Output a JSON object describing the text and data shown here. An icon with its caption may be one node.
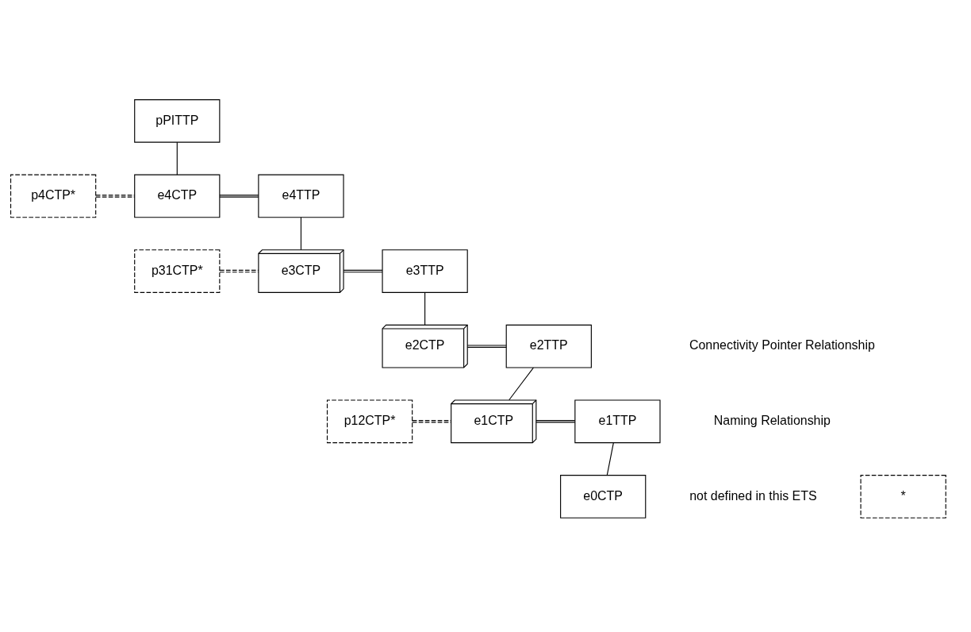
{
  "diagram": {
    "nodes": [
      {
        "text": [
          "pPITTP"
        ]
      },
      {
        "text": [
          "p4CTP*"
        ]
      },
      {
        "text": [
          "e4CTP"
        ]
      },
      {
        "text": [
          "e4TTP"
        ]
      },
      {
        "text": [
          "p31CTP*"
        ]
      },
      {
        "text": [
          "e3CTP"
        ]
      },
      {
        "text": [
          "e3TTP"
        ]
      },
      {
        "text": [
          "e2CTP"
        ]
      },
      {
        "text": [
          "e2TTP"
        ]
      },
      {
        "text": [
          "p12CTP*"
        ]
      },
      {
        "text": [
          "e1CTP"
        ]
      },
      {
        "text": [
          "e1TTP"
        ]
      },
      {
        "text": [
          "e0CTP"
        ]
      },
      {
        "text": [
          "*"
        ]
      }
    ],
    "edges": [
      {
        "from": 0,
        "to": 2,
        "arrow": "none"
      },
      {
        "from": 1,
        "to": 2,
        "arrow": "none",
        "style": "dashed"
      },
      {
        "from": 2,
        "to": 3,
        "arrow": "none"
      },
      {
        "from": 3,
        "to": 5,
        "arrow": "none"
      },
      {
        "from": 4,
        "to": 5,
        "arrow": "none",
        "style": "dashed"
      },
      {
        "from": 5,
        "to": 6,
        "arrow": "none"
      },
      {
        "from": 6,
        "to": 7,
        "arrow": "none"
      },
      {
        "from": 7,
        "to": 8,
        "arrow": "none"
      },
      {
        "from": 8,
        "to": 10,
        "arrow": "none"
      },
      {
        "from": 9,
        "to": 10,
        "arrow": "none",
        "style": "dashed"
      },
      {
        "from": 10,
        "to": 11,
        "arrow": "none"
      },
      {
        "from": 11,
        "to": 12,
        "arrow": "none"
      }
    ],
    "legend": [
      {
        "text": "Connectivity Pointer Relationship"
      },
      {
        "text": "Naming Relationship"
      },
      {
        "text": "not defined in this ETS"
      }
    ]
  }
}
